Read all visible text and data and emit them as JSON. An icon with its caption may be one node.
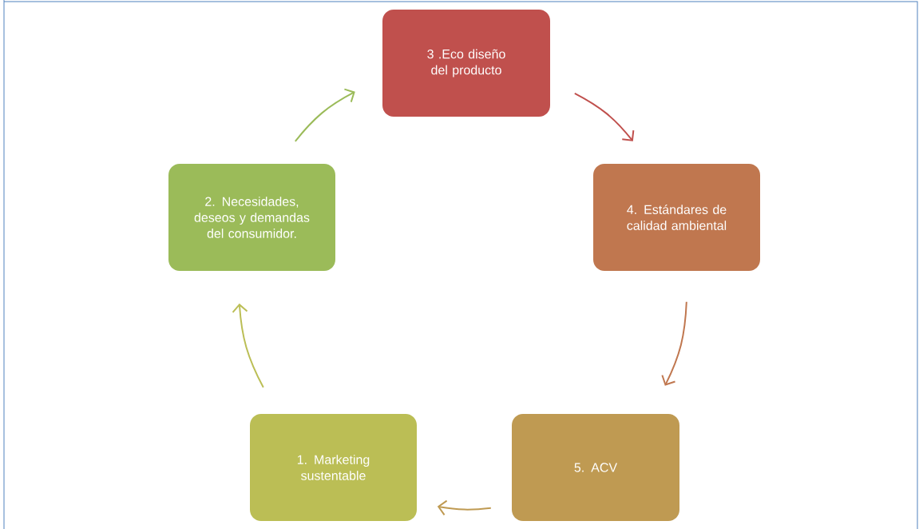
{
  "diagram": {
    "nodes": [
      {
        "text": [
          "3 .Eco diseño del producto"
        ]
      },
      {
        "text": [
          "2. Necesidades, deseos y demandas del consumidor."
        ]
      },
      {
        "text": [
          "4. Estándares de calidad ambiental"
        ]
      },
      {
        "text": [
          "1. Marketing sustentable"
        ]
      },
      {
        "text": [
          "5. ACV"
        ]
      }
    ],
    "edges": [
      {
        "from": 3,
        "to": 1,
        "arrow": "to",
        "color": "#bbbe55"
      },
      {
        "from": 1,
        "to": 0,
        "arrow": "to",
        "color": "#9bbb59"
      },
      {
        "from": 0,
        "to": 2,
        "arrow": "to",
        "color": "#c0504d"
      },
      {
        "from": 2,
        "to": 4,
        "arrow": "to",
        "color": "#c0774f"
      },
      {
        "from": 4,
        "to": 3,
        "arrow": "to",
        "color": "#bf9a52"
      }
    ]
  }
}
